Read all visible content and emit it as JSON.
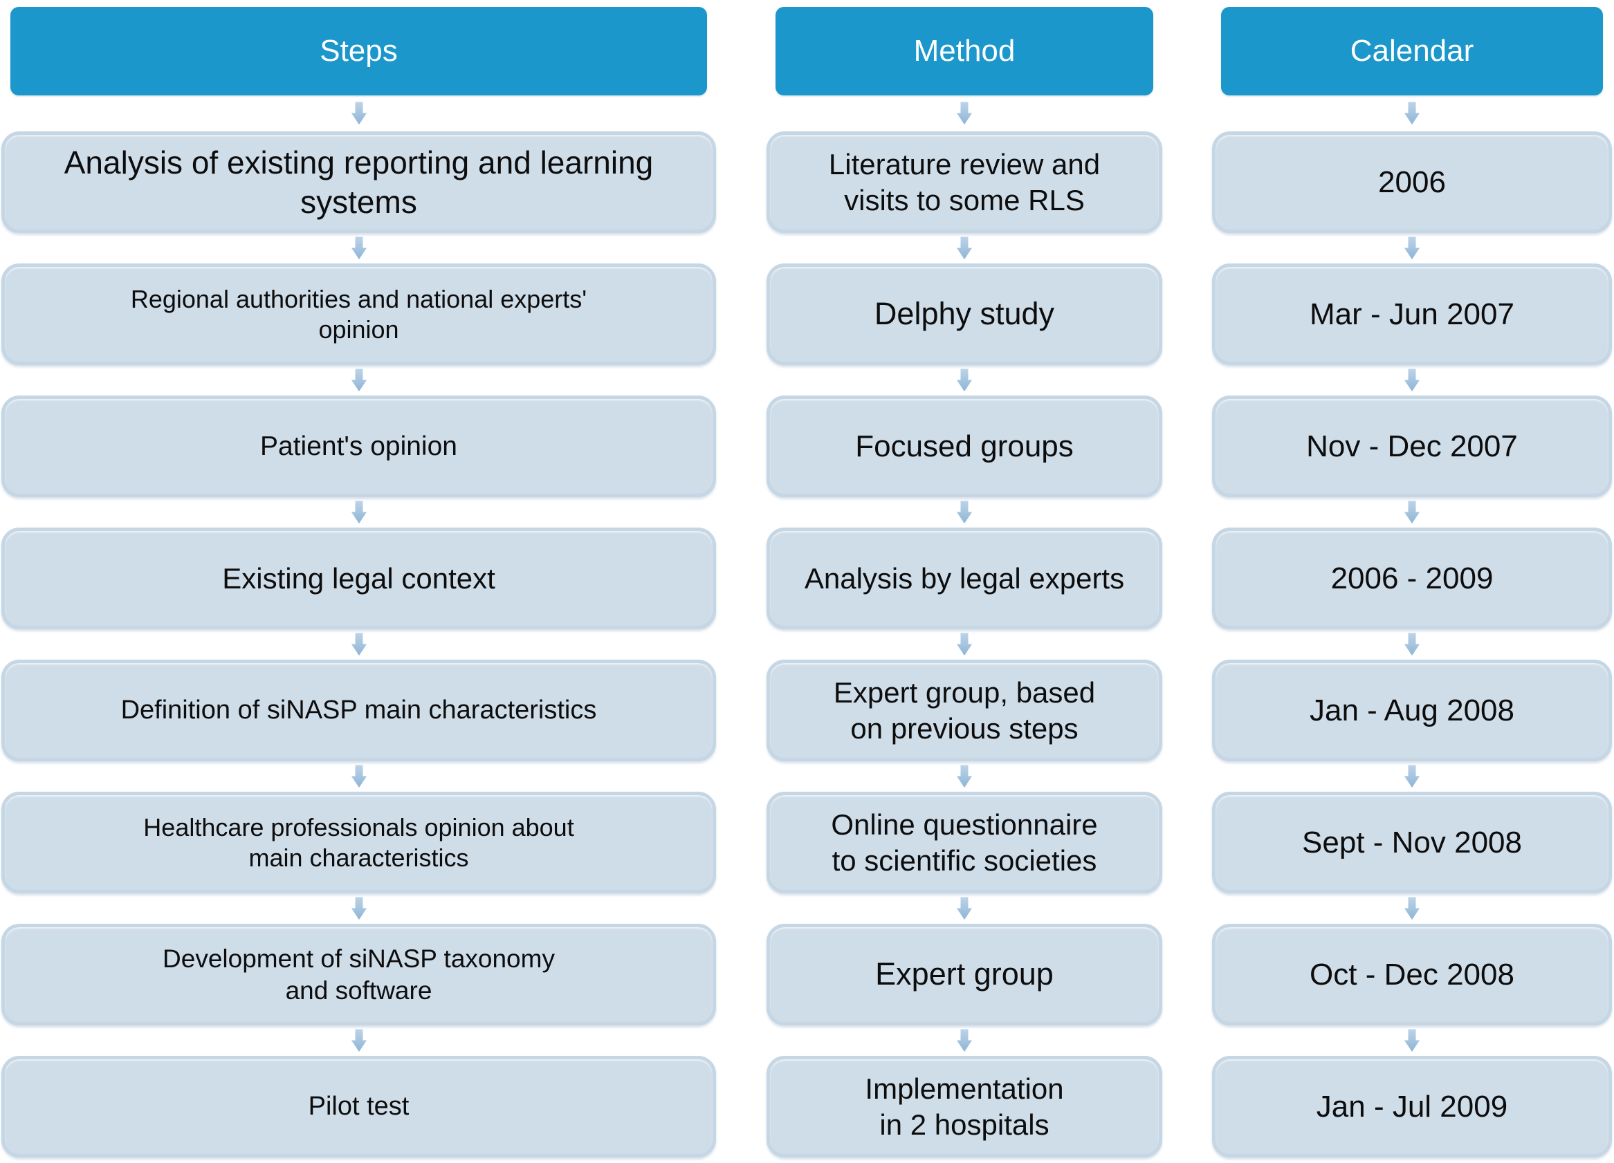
{
  "diagram": {
    "columns": [
      {
        "header": "Steps",
        "rows": [
          "Analysis of existing reporting and learning\nsystems",
          "Regional authorities and national experts'\nopinion",
          "Patient's opinion",
          "Existing legal context",
          "Definition of siNASP main characteristics",
          "Healthcare professionals opinion about\nmain characteristics",
          "Development of siNASP taxonomy\nand software",
          "Pilot test"
        ]
      },
      {
        "header": "Method",
        "rows": [
          "Literature review and\nvisits to some RLS",
          "Delphy study",
          "Focused groups",
          "Analysis by legal experts",
          "Expert group, based\non previous steps",
          "Online questionnaire\nto scientific societies",
          "Expert group",
          "Implementation\nin 2 hospitals"
        ]
      },
      {
        "header": "Calendar",
        "rows": [
          "2006",
          "Mar - Jun 2007",
          "Nov - Dec 2007",
          "2006 - 2009",
          "Jan - Aug 2008",
          "Sept - Nov 2008",
          "Oct - Dec 2008",
          "Jan - Jul 2009"
        ]
      }
    ],
    "colors": {
      "header_bg": "#1b97cb",
      "header_text": "#ffffff",
      "box_bg": "#cfdde9",
      "box_rim": "#c5d6e4",
      "arrow": "#a3c3de",
      "text": "#0d0d0d"
    }
  }
}
